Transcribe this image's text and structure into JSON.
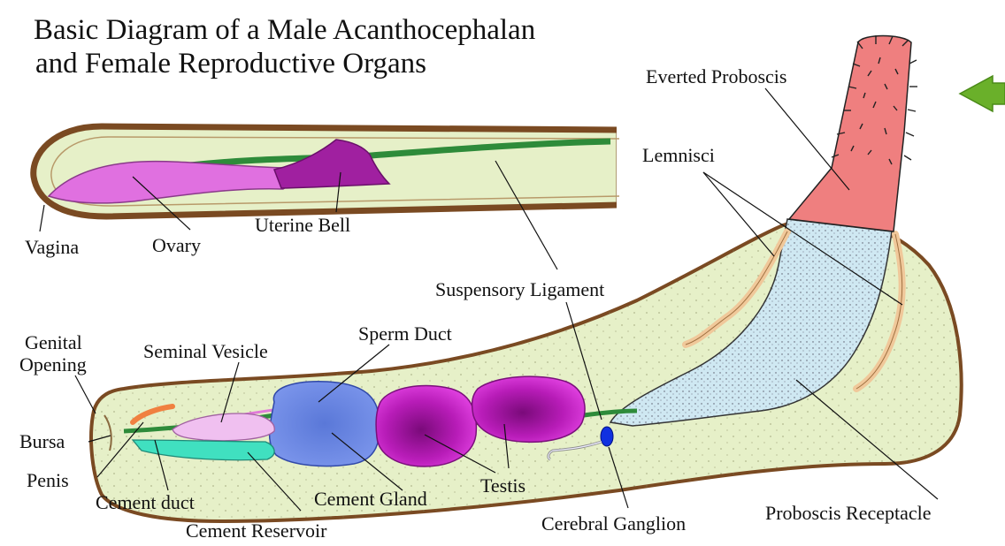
{
  "title_line1": "Basic Diagram of a Male Acanthocephalan",
  "title_line2": "and Female Reproductive Organs",
  "female_labels": {
    "vagina": "Vagina",
    "ovary": "Ovary",
    "uterine_bell": "Uterine Bell"
  },
  "male_labels": {
    "everted_proboscis": "Everted Proboscis",
    "lemnisci": "Lemnisci",
    "suspensory_ligament": "Suspensory Ligament",
    "genital_opening_1": "Genital",
    "genital_opening_2": "Opening",
    "seminal_vesicle": "Seminal Vesicle",
    "sperm_duct": "Sperm Duct",
    "bursa": "Bursa",
    "penis": "Penis",
    "cement_duct": "Cement duct",
    "cement_reservoir": "Cement Reservoir",
    "cement_gland": "Cement Gland",
    "testis": "Testis",
    "cerebral_ganglion": "Cerebral Ganglion",
    "proboscis_receptacle": "Proboscis Receptacle"
  },
  "colors": {
    "body_fill": "#e6f0c8",
    "body_wall": "#7a4a22",
    "ovary": "#e070e0",
    "uterine_bell": "#a020a0",
    "duct_green": "#2e8b3a",
    "proboscis": "#ef7f7f",
    "receptacle": "#cfe8f2",
    "lemnisci": "#f0c89a",
    "cement_gland": "#6a86e0",
    "testis": "#c020c0",
    "cement_reservoir": "#40e0c0",
    "seminal_vesicle": "#f0c0f0",
    "penis": "#f08040",
    "ganglion": "#1030e0",
    "arrow": "#6ab02a"
  }
}
